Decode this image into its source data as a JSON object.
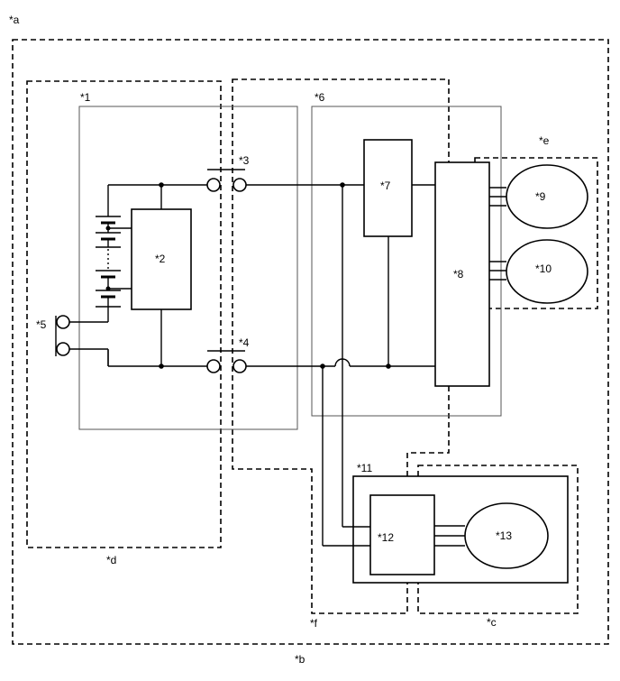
{
  "labels": {
    "a": "*a",
    "b": "*b",
    "c": "*c",
    "d": "*d",
    "e": "*e",
    "f": "*f",
    "n1": "*1",
    "n2": "*2",
    "n3": "*3",
    "n4": "*4",
    "n5": "*5",
    "n6": "*6",
    "n7": "*7",
    "n8": "*8",
    "n9": "*9",
    "n10": "*10",
    "n11": "*11",
    "n12": "*12",
    "n13": "*13"
  }
}
